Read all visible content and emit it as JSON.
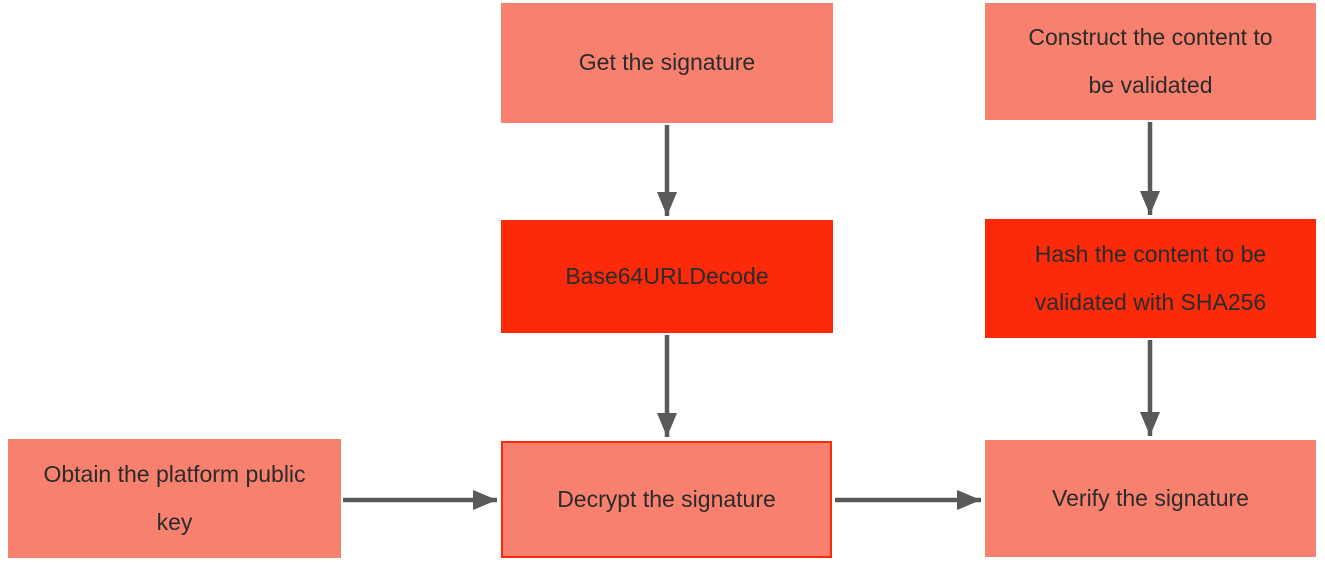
{
  "diagram": {
    "type": "flowchart",
    "colors": {
      "salmon": "#F8806E",
      "red": "#FA2A0A",
      "arrow": "#57595B",
      "text": "#2B2B2B",
      "background": "#FFFFFF"
    },
    "nodes": [
      {
        "id": "get-signature",
        "label": "Get the signature",
        "variant": "salmon"
      },
      {
        "id": "construct-content",
        "label": "Construct the content to be validated",
        "variant": "salmon"
      },
      {
        "id": "base64-url-decode",
        "label": "Base64URLDecode",
        "variant": "red"
      },
      {
        "id": "hash-content-sha256",
        "label": "Hash the content to be validated with SHA256",
        "variant": "red"
      },
      {
        "id": "obtain-platform-public-key",
        "label": "Obtain the platform public key",
        "variant": "salmon"
      },
      {
        "id": "decrypt-signature",
        "label": "Decrypt the signature",
        "variant": "salmon-outlined"
      },
      {
        "id": "verify-signature",
        "label": "Verify the signature",
        "variant": "salmon"
      }
    ],
    "edges": [
      {
        "from": "get-signature",
        "to": "base64-url-decode",
        "direction": "down"
      },
      {
        "from": "base64-url-decode",
        "to": "decrypt-signature",
        "direction": "down"
      },
      {
        "from": "construct-content",
        "to": "hash-content-sha256",
        "direction": "down"
      },
      {
        "from": "hash-content-sha256",
        "to": "verify-signature",
        "direction": "down"
      },
      {
        "from": "obtain-platform-public-key",
        "to": "decrypt-signature",
        "direction": "right"
      },
      {
        "from": "decrypt-signature",
        "to": "verify-signature",
        "direction": "right"
      }
    ]
  }
}
